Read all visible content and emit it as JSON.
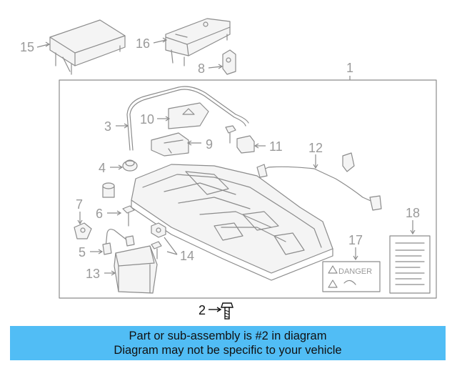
{
  "diagram": {
    "callouts": [
      "1",
      "2",
      "3",
      "4",
      "5",
      "6",
      "7",
      "8",
      "9",
      "10",
      "11",
      "12",
      "13",
      "14",
      "15",
      "16",
      "17",
      "18"
    ],
    "danger_label": "DANGER",
    "highlighted_part": "2"
  },
  "banner": {
    "line1": "Part or sub-assembly is #2 in diagram",
    "line2": "Diagram may not be specific to your vehicle"
  },
  "colors": {
    "banner_background": "#51bdf5",
    "line_art": "#8c8c8c",
    "highlight": "#111111"
  }
}
